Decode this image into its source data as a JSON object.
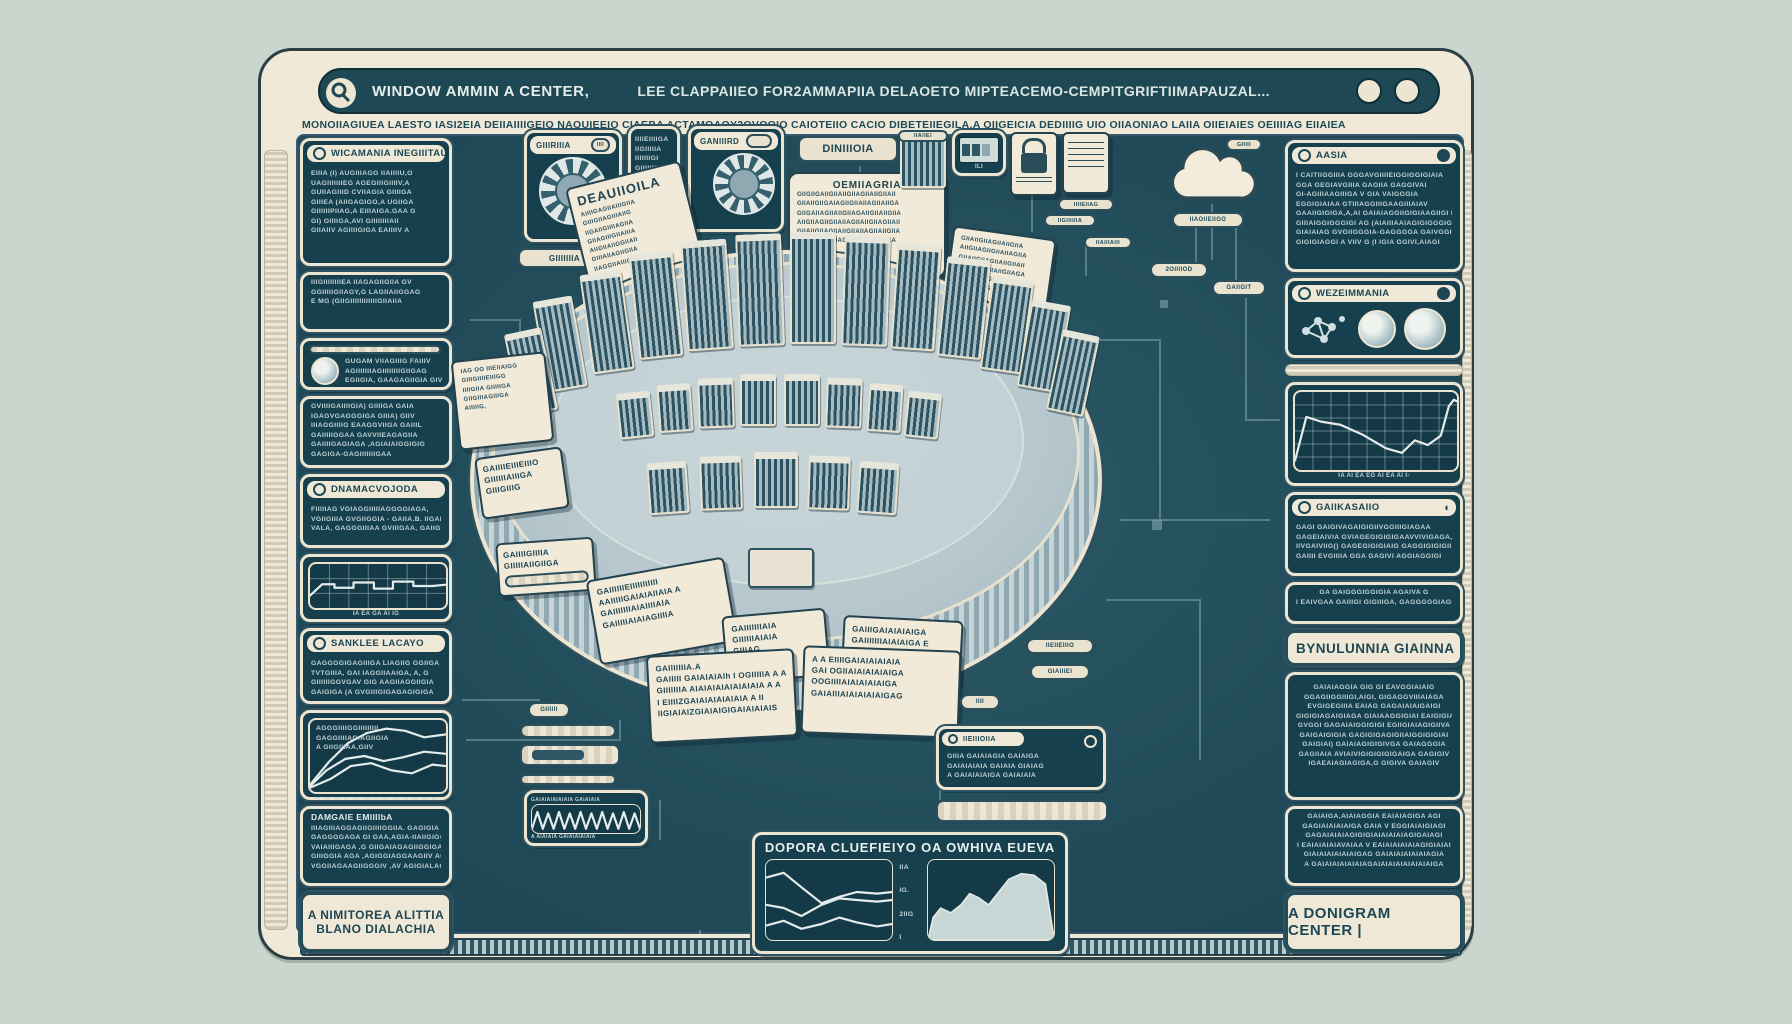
{
  "colors": {
    "page_bg": "#c9d6ce",
    "window_bg": "#f0e9d8",
    "canvas_bg": "#224c5a",
    "panel_bg": "#16404e",
    "text_light": "#bed2d6",
    "text_dark": "#1d4754",
    "chart_line": "#e3ecea"
  },
  "window": {
    "title_label": "WINDOW AMMIN A CENTER,",
    "search_query": "LEE CLAPPAIIEO FOR2AMMAPIIA DELAOETO MIPTEACEMO-CEMPITGRIFTIIMAPAUZAL...",
    "subtitle": "MONOIIAGIUEA LAESTO IASI2EIA DEIIAIIIIGEIO NAOUIEEIO CIAEBA ACTAMOAOY2OVOOIO CAIOTEIIO CACIO DIBETEIIEGILA.A OIIGEICIA DEDIIIIG UIO OIIAONIAO LAIIA OIIEIAIES OEIIIIAG EIIAIEA"
  },
  "left": {
    "p1": {
      "title": "WICAMANIA INEGIIITAUA",
      "lines": [
        "EIIIA (I) AUGIIIAGG IIAIIIIU,O",
        "UAGIIIIIIIEG AGEGIIIGIIIIV,A",
        "GUIIAGIIID CVIIAGIA GIIIIGA",
        "GIIIEA (AIIGAGIGO,A UGIIGA",
        "GIIIIIIPIIAG,A EIIIAIGA.GAA G",
        "GI) OIIIIGA,AVI GIIIIIIIIAII",
        "GIIAIIV AGIIIIGIGA EAIIIIV A"
      ]
    },
    "p2": {
      "lines": [
        "IIIGIIIIIIIIEA IIAGAGIIGIIA GV",
        "GGIIIIIGIIAGY,G LAGIIAIIGGAG",
        "E MG (GIIGIIIIIIIIIIIIGIIAIIA"
      ]
    },
    "p3": {
      "lines": [
        "GUGAM VIIAGIIIG FAIIIV",
        "AGIIIIIIIAGIIIIIIIIGIIGAG",
        "EGIIGIA, GAAGAGIIGIA GIV"
      ]
    },
    "p4": {
      "lines": [
        "GVIIIIGAIIIIGIA) GIIIIGA GAIA",
        "IGAGVGAGGGIGA GIIIA) GIIV",
        "IIIAGGIIIIG EAAGGVIIGA GAIIIL",
        "GAIIIIIGGAA GAVVIIEAGAGIIA",
        "GAIIIIGAGIAGA ,AGIAIAIGGIGIG",
        "GAGIGA-GAGIIIIIIIGAA"
      ]
    },
    "p5": {
      "title": "DNAMACVOJODA",
      "lines": [
        "FIIIIIAG VGIAGGIIIIIAGGGGIAGA,",
        "VGIIGIIIA GVGIIGGIA - GAIIA.B. IIGAIII",
        "VALA, GAGGGIIIAA GVIIIGAA, GAIIGA"
      ]
    },
    "p6": {
      "ticks": "IA    EA    GA    AI    IG"
    },
    "p7": {
      "title": "SANKLEE LACAYO",
      "lines": [
        "GAGGGGIGAGIIIGA LIAGIIG GGIIGA",
        "TVTGIIIA, GAI IAGGIIAAIGA, A, G",
        "GIIIIIIGGVGAV GIG AAGIIAGGIIGIA",
        "GAIGIGA (A GVGIIIGIGAGAGIGIGA"
      ]
    },
    "p8": {
      "legend": [
        "AGGGIIIIGGIIIIIIIII",
        "GAGGIIIIAG.AGIIGIA",
        "A GIIGIIIAA,GIIV"
      ]
    },
    "p9": {
      "title": "DAMGAIE EMIIIIbA",
      "lines": [
        "IIIAGIIIAGGAGIIGIIIIGGIIA. GAGIGIA",
        "GAGGGGAGA GI GAA,AGIA-IIAIIGIGGGA",
        "VAIAIIIGAGA ,G GIIGAIAGAGIIGGIGAIG",
        "GIIIGGIA AGA ,AGIGGIAGGAAGIIV AGG",
        "VGGIIAGAAGIIGGGIV ,AV AGIGIALAGIIGA"
      ]
    },
    "p10": {
      "line1": "A NIMITOREA ALITTIA",
      "line2": "BLANO DIALACHIA"
    }
  },
  "right": {
    "r1": {
      "title": "AASIA",
      "lines": [
        "I CAITIIGGIIIA GGGAVGIIIIEIGGIGGIGIAIA",
        "GGA GEGIAVGIIIA GAGIIA GAGGIVAI",
        "GI-AGIIIAAGIIIGA V GIA VAIGGGIA",
        "EGGIGIAIAA GTIIIAGGIIIGAAGIIIAIAV",
        "GAAIIGIGIGA,A,AI GAIAIAGGIIGIGIAAGIIGI D",
        "GIIIAIGGIGGGIGI AG (AIAIIIAAIAGIGIGGGIGA",
        "GIAIAIAG GVGIIGGGIA-GAGGGGA GAIVGGI GA",
        "GIGIGIAGGI A VIIV G (I IGIA GGIVI,AIAGI"
      ]
    },
    "r2": {
      "title": "WEZEIMMANIA"
    },
    "r4": {
      "ticks": "IA   AI   EA   EG   AI   EA   AI   I-"
    },
    "r5": {
      "title": "GAIIKASAIIO",
      "lines": [
        "GAGI GAIGIVAGAIGIGIIVGGIIIGIAGAA",
        "GAGEIAIVIA GVIAGEGIGIGIGAAVVIVIGAGA,AI",
        "IIVGAIVIIG() GAGEGIGIGIAIG GAGGIGIGIGIIA",
        "GAIIII EVGIIIIA GGA GAGIVI AGGIAGGIGI"
      ]
    },
    "r6": {
      "lines": [
        "GA GAIGGGIGGIGIA AGAIVA G",
        "I EAIVGAA GAIIIGI GIGIIIGA, GAGGGGGIAGIG"
      ]
    },
    "r7": {
      "heading": "BYNULUNNIA GIAINNA"
    },
    "r8": {
      "lines": [
        "GAIAIAGGIA GIG GI EAVGGIAIAIG",
        "GGAGIIGGIIIGI,AIGI, GIGAGGVIIIAIAGA",
        "EVGIGEGIIIA EAIAG GAGAIAIAIGAIGI",
        "GIGIGIAGAIGIAGA GIAIAAGGIGIAI EAIGIGIA",
        "GVGGI GAGAIAIGGIGIGI EGIIGIAIAGIGIIVA",
        "GAIGAIGIGIA GAGIGIGAGIGIIAIGGIGIGIAI",
        "GAIGIAI) GAIAIAGIGIGIVGA GAIAGGGIA",
        "GAGIIAIA AVIAIVIGIGIGIGIGAIGA GAGIGIV",
        "IGAEAIAGIAGIGA,G GIGIVA GAIAGIV"
      ]
    },
    "r9": {
      "lines": [
        "GAIAIGA,AIAIAGGIA EAIAIAGIGA AGI",
        "GAGIAIAIAIAIGA GAIA V EGGIAIAIGIAGI",
        "GAGAIAIAIAGIGIGIAIAIAIAIAGIGAIAGI",
        "I EAIAIAIAIAVAIAA V EAIAIAIAIAIAGIGIAIAI",
        "GIAIAIAIAIAIAIGAG GAIAIAIAIAIAIAGIA",
        "A GAIAIAIAIAIAIAGAIAIAIAIAIAIAIAIGA"
      ]
    },
    "r10": {
      "text": "A DONIGRAM CENTER |"
    }
  },
  "center": {
    "gauge_a_title": "GIIIRIIIA",
    "gauge_a_badge": "IIII",
    "gauge_a_caption": "GIIIIIIIA EAYRIIIIII",
    "badge_small": "GIIII",
    "list_rows": [
      "IIIIEIIIIGA",
      "IIGIIIIIA",
      "IIIIIIIGI",
      "GIIIIIIIIA",
      "IIIIGIIIA",
      "IIIEIIIGA",
      "GIIIIIIA"
    ],
    "gauge_b_title": "GANIIIRD",
    "pill_dinioia": "DINIIIOIA",
    "doc1_title": "DEAUIIOILA",
    "doc1_lines": [
      "AIIIIGAGIIAIIIGIIA",
      "GIIIGIIAGIIIAIIG",
      "IIGAIIGIIIIAGIIA",
      "GIIAGIIIGIIAIIIA",
      "AIIGIIAIIGGIIAII",
      "GIIIAIIAGIIGIIA",
      "IIAGGIIAIIIGIIA"
    ],
    "doc2_title": "OEMIIAGRIA",
    "doc2_lines": [
      "GIIGIIGAIIGIIAIIGIIAGIIAIIGIIAII",
      "GIIAIIGIIGAIAGIIGIIAIIAGIIAIIGA",
      "GIIGAIIAGIIAIIGIIAGAIIGIIAIIGIIA",
      "AIIGIIAGIIGIIAIIAGIIAIIGIIAGIIAII",
      "GIIAIIGIIAGIIAIIGIIAIIAGIIAIIGIIA",
      "GAIIGIIAIIGIIAGIIAIIGIIAIIGAIIA"
    ],
    "doc3_lines": [
      "GIIAIIGIIAGIIAIIGIIA",
      "AIIGIIAGIIGIIAIIAGIIA",
      "GIIAIIGIIAGIIAIIGIIAII",
      "GIIGAIIAGIIAIIGIIAGA",
      "AIIGIIAGIIGIIAIIAGIIA",
      "GIIAIIGIIAGIIAIIGA"
    ],
    "cabinet_label": "IIAIIEI",
    "screen_label": "ILI",
    "card_caption": "IIIIEIIAG",
    "pill_a": "IIGIIIIIIA",
    "pill_b": "IIAIIIAIII",
    "cloud_pill": "GIIIII",
    "pill_cloud1": "IIAOIIEIIGO",
    "pill_cloud2": "2OIIIIOD",
    "pill_cloud3": "GAIIGIT",
    "far_doc_lines": [
      "IAG OO IIIEIIAIGG",
      "GIIIGIIIIEIIIGG",
      "IIIIGIIA GIIIIIGA",
      "GIIGIIIAGIIIGA",
      "AIIIIIG,"
    ],
    "card_l2_lines": [
      "GAIIIIEIIIEIIIO",
      "GIIIIIIAIIIGA",
      "GIIIGIIIG"
    ],
    "card_l3_lines": [
      "GAIIIIGIIIIA",
      "GIIIIIAIIGIIGA"
    ],
    "big_slab_lines": [
      "GAIIIIIIEIIIIIIIIIII",
      "AAIIIIIGAIAIAIIAIA A",
      "GAIIIIIIIAIAIIIIAIA",
      "GAIIIIIAIAIAGIIIIA"
    ],
    "small_slab_lines": [
      "GAIIIIIIIAIA",
      "GIIIIIIAIAIA",
      "GIIIAG"
    ],
    "right_slab_lines": [
      "GAIIIGAIAIAIAIGA",
      "GAIIIIIIIAIAIAIGA E",
      "GAIVIAIA,AIAIAGIAG"
    ],
    "callout1_lines": [
      "GAIIIIIIIA.A",
      "GAIIIII GAIAIAIAIh I OGIIIIIA A A",
      "GIIIIIIIA AIAIAIAIAIAIAIAIA A A",
      "I EIIIIZGAIAIAIAIAIAIA A II",
      "IIGIAIAIZGIAIAIGIGAIAIAIAIS"
    ],
    "callout2_lines": [
      "A A EIIIIGAIAIAIAIAIA",
      "GAI OGIIAIAIAIAIAIGA",
      "OOGIIIIAIAIAIAIAIGA",
      "GAIAIIIAIAIAIAIAIGAG"
    ],
    "mid_pill": "GIIIIII",
    "spark_top": "GAIAIAIAIAIAIA GAIAIAIA",
    "spark_bottom": "A AIAIAIA GAIAIAIAIAIA",
    "rm_pill1": "IIEIIEIIIO",
    "rm_pill2": "GIAIIIEI",
    "rm_pill3": "IIII",
    "rm_header": "IIEIIIOIIA",
    "rm_lines": [
      "GIIIA GAIAIAGIA GAIAIGA",
      "GAIAIAIAIA GAIAIA GIAIAG",
      "A GAIAIAIAIGA GAIAIAIA"
    ],
    "bottom_title": "DOPORA CLUEFIEIYO OA OWHIVA EUEVA",
    "bottom_ticks": [
      "IIA",
      "IG.",
      "2IIG",
      "I"
    ]
  },
  "charts": {
    "l6": {
      "grid": [
        6,
        2
      ],
      "series": [
        {
          "pts": [
            [
              0,
              72
            ],
            [
              9,
              46
            ],
            [
              18,
              46
            ],
            [
              18,
              54
            ],
            [
              32,
              54
            ],
            [
              32,
              42
            ],
            [
              47,
              42
            ],
            [
              47,
              56
            ],
            [
              61,
              56
            ],
            [
              61,
              40
            ],
            [
              76,
              40
            ],
            [
              76,
              50
            ],
            [
              90,
              50
            ],
            [
              100,
              47
            ]
          ]
        }
      ]
    },
    "l8": {
      "grid": [
        0,
        0
      ],
      "series": [
        {
          "pts": [
            [
              0,
              90
            ],
            [
              14,
              58
            ],
            [
              28,
              32
            ],
            [
              42,
              18
            ],
            [
              56,
              12
            ],
            [
              70,
              15
            ],
            [
              84,
              24
            ],
            [
              100,
              20
            ]
          ]
        },
        {
          "pts": [
            [
              0,
              92
            ],
            [
              12,
              70
            ],
            [
              26,
              54
            ],
            [
              40,
              50
            ],
            [
              54,
              57
            ],
            [
              68,
              52
            ],
            [
              84,
              44
            ],
            [
              100,
              47
            ]
          ]
        },
        {
          "pts": [
            [
              0,
              94
            ],
            [
              15,
              82
            ],
            [
              30,
              64
            ],
            [
              45,
              60
            ],
            [
              60,
              70
            ],
            [
              75,
              74
            ],
            [
              90,
              62
            ],
            [
              100,
              64
            ]
          ]
        }
      ]
    },
    "r4": {
      "grid": [
        8,
        5
      ],
      "series": [
        {
          "pts": [
            [
              0,
              88
            ],
            [
              7,
              32
            ],
            [
              16,
              38
            ],
            [
              28,
              42
            ],
            [
              42,
              55
            ],
            [
              56,
              72
            ],
            [
              66,
              78
            ],
            [
              74,
              62
            ],
            [
              82,
              68
            ],
            [
              90,
              56
            ],
            [
              95,
              18
            ],
            [
              98,
              10
            ],
            [
              100,
              12
            ]
          ]
        }
      ]
    },
    "b_left": {
      "grid": [
        0,
        0
      ],
      "series": [
        {
          "pts": [
            [
              0,
              22
            ],
            [
              14,
              16
            ],
            [
              28,
              34
            ],
            [
              44,
              54
            ],
            [
              58,
              46
            ],
            [
              72,
              40
            ],
            [
              88,
              42
            ],
            [
              100,
              40
            ]
          ]
        },
        {
          "pts": [
            [
              0,
              56
            ],
            [
              14,
              60
            ],
            [
              28,
              70
            ],
            [
              44,
              56
            ],
            [
              58,
              48
            ],
            [
              72,
              50
            ],
            [
              88,
              52
            ],
            [
              100,
              50
            ]
          ]
        },
        {
          "pts": [
            [
              0,
              82
            ],
            [
              14,
              76
            ],
            [
              28,
              86
            ],
            [
              44,
              80
            ],
            [
              58,
              72
            ],
            [
              72,
              78
            ],
            [
              88,
              83
            ],
            [
              100,
              80
            ]
          ]
        }
      ]
    },
    "b_area": {
      "area": true,
      "series": [
        {
          "pts": [
            [
              0,
              100
            ],
            [
              4,
              72
            ],
            [
              10,
              60
            ],
            [
              18,
              66
            ],
            [
              26,
              56
            ],
            [
              33,
              42
            ],
            [
              40,
              47
            ],
            [
              48,
              56
            ],
            [
              56,
              40
            ],
            [
              64,
              24
            ],
            [
              74,
              17
            ],
            [
              84,
              19
            ],
            [
              93,
              30
            ],
            [
              100,
              100
            ]
          ]
        }
      ]
    },
    "spark": {
      "series": [
        {
          "pts": [
            [
              0,
              85
            ],
            [
              5,
              25
            ],
            [
              10,
              85
            ],
            [
              15,
              30
            ],
            [
              20,
              85
            ],
            [
              25,
              25
            ],
            [
              30,
              85
            ],
            [
              35,
              30
            ],
            [
              40,
              85
            ],
            [
              45,
              25
            ],
            [
              50,
              85
            ],
            [
              55,
              30
            ],
            [
              60,
              85
            ],
            [
              65,
              25
            ],
            [
              70,
              85
            ],
            [
              75,
              30
            ],
            [
              80,
              85
            ],
            [
              85,
              25
            ],
            [
              90,
              85
            ],
            [
              95,
              30
            ],
            [
              100,
              85
            ]
          ]
        }
      ]
    }
  }
}
